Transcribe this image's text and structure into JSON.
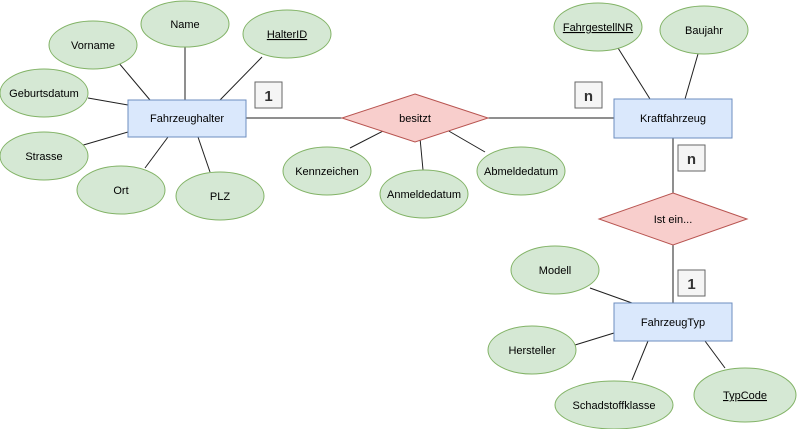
{
  "entities": {
    "fahrzeughalter": "Fahrzeughalter",
    "kraftfahrzeug": "Kraftfahrzeug",
    "fahrzeugtyp": "FahrzeugTyp"
  },
  "relationships": {
    "besitzt": "besitzt",
    "ist_ein": "Ist ein..."
  },
  "attributes": {
    "vorname": "Vorname",
    "name": "Name",
    "halterid": "HalterID",
    "geburtsdatum": "Geburtsdatum",
    "strasse": "Strasse",
    "ort": "Ort",
    "plz": "PLZ",
    "kennzeichen": "Kennzeichen",
    "anmeldedatum": "Anmeldedatum",
    "abmeldedatum": "Abmeldedatum",
    "fahrgestellnr": "FahrgestellNR",
    "baujahr": "Baujahr",
    "modell": "Modell",
    "hersteller": "Hersteller",
    "schadstoffklasse": "Schadstoffklasse",
    "typcode": "TypCode"
  },
  "cardinalities": {
    "halter_besitzt": "1",
    "kfz_besitzt": "n",
    "kfz_istein": "n",
    "typ_istein": "1"
  },
  "colors": {
    "entity_fill": "#dae8fc",
    "attribute_fill": "#d5e8d4",
    "relationship_fill": "#f8cecc"
  }
}
